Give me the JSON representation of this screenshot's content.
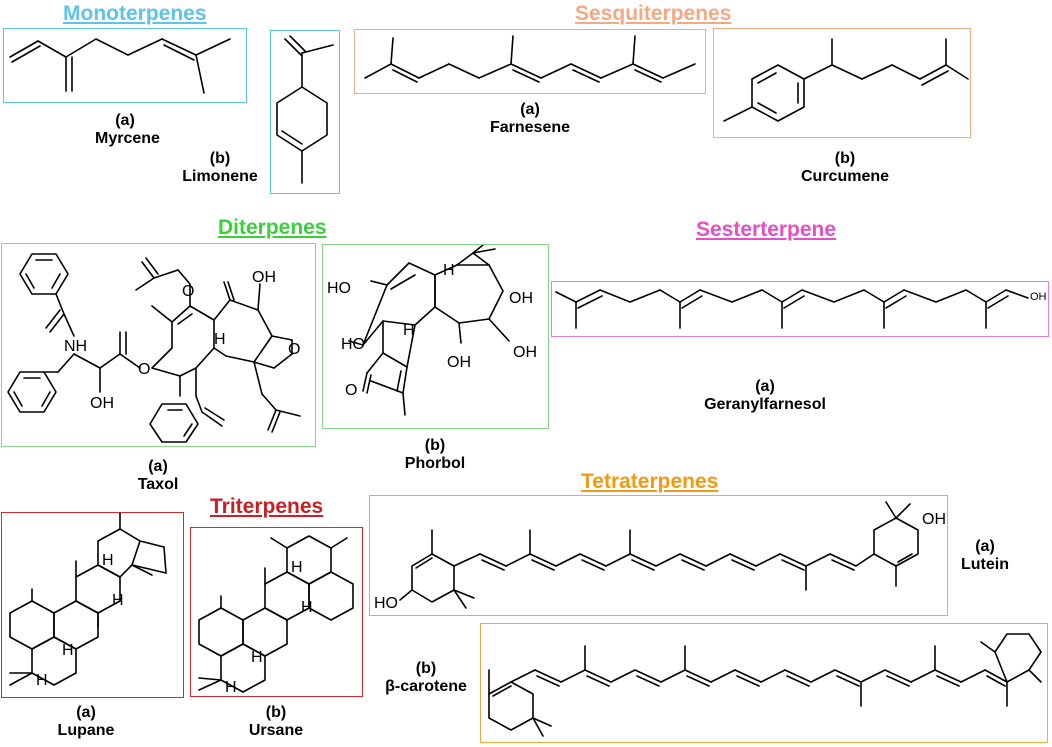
{
  "colors": {
    "monoterpenes": "#5ec3ea",
    "sesquiterpenes": "#f2a984",
    "diterpenes": "#3ccf3c",
    "sesterterpene": "#e44fc4",
    "triterpenes": "#c81e24",
    "tetraterpenes": "#f29a12"
  },
  "groups": {
    "monoterpenes": {
      "title": "Monoterpenes",
      "compounds": [
        {
          "letter": "(a)",
          "name": "Myrcene"
        },
        {
          "letter": "(b)",
          "name": "Limonene"
        }
      ]
    },
    "sesquiterpenes": {
      "title": "Sesquiterpenes",
      "compounds": [
        {
          "letter": "(a)",
          "name": "Farnesene"
        },
        {
          "letter": "(b)",
          "name": "Curcumene"
        }
      ]
    },
    "diterpenes": {
      "title": "Diterpenes",
      "compounds": [
        {
          "letter": "(a)",
          "name": "Taxol"
        },
        {
          "letter": "(b)",
          "name": "Phorbol"
        }
      ]
    },
    "sesterterpene": {
      "title": "Sesterterpene",
      "compounds": [
        {
          "letter": "(a)",
          "name": "Geranylfarnesol"
        }
      ]
    },
    "triterpenes": {
      "title": "Triterpenes",
      "compounds": [
        {
          "letter": "(a)",
          "name": "Lupane"
        },
        {
          "letter": "(b)",
          "name": "Ursane"
        }
      ]
    },
    "tetraterpenes": {
      "title": "Tetraterpenes",
      "compounds": [
        {
          "letter": "(a)",
          "name": "Lutein"
        },
        {
          "letter": "(b)",
          "name": "β-carotene"
        }
      ]
    }
  },
  "atom_labels": {
    "oh": "OH",
    "ho": "HO",
    "h": "H",
    "o": "O",
    "nh": "NH"
  }
}
